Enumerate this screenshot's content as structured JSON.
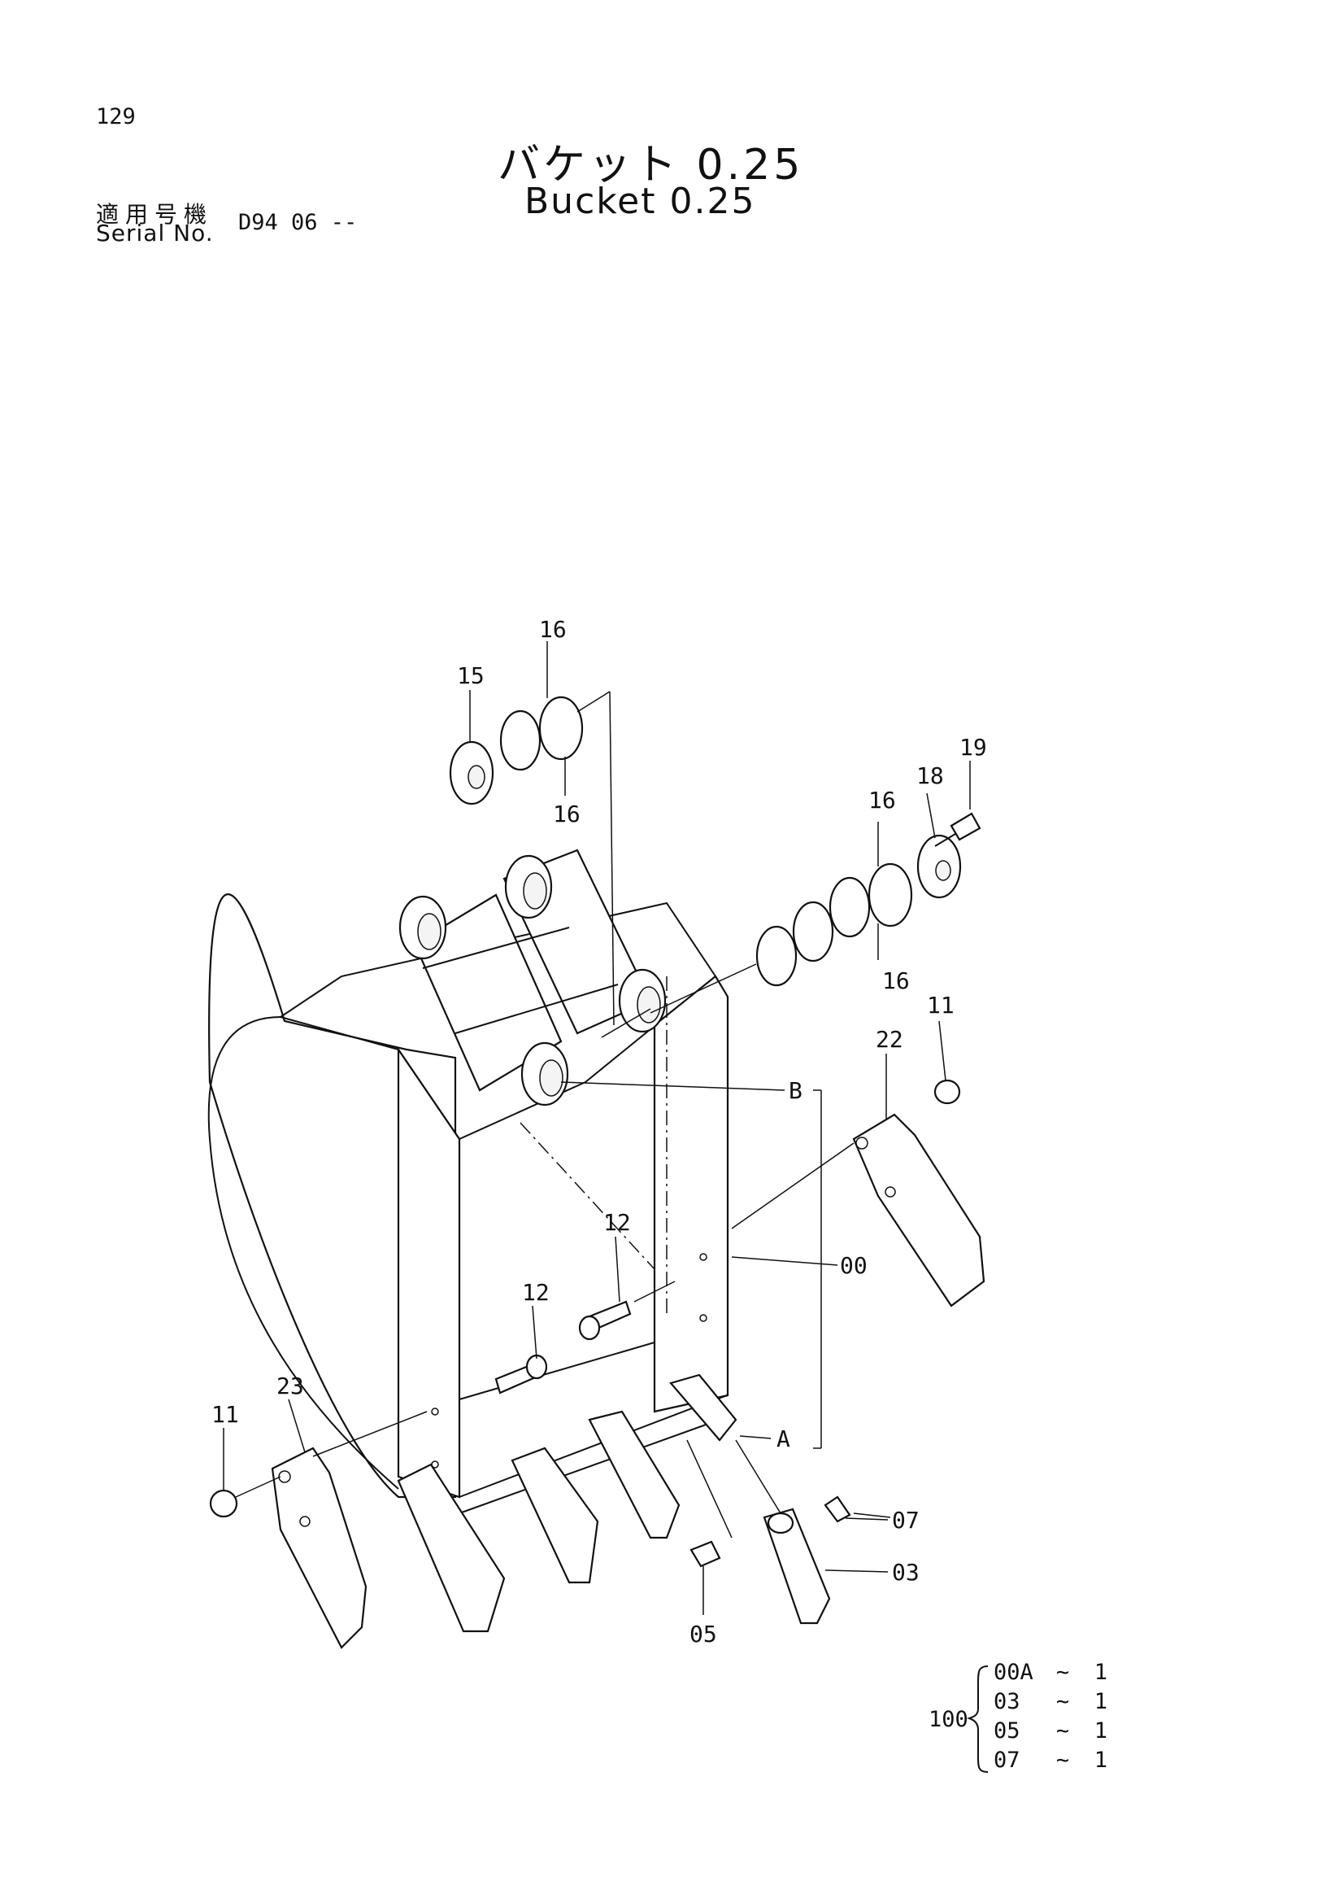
{
  "page_number": "129",
  "title_ja": "バケット 0.25",
  "title_en": "Bucket 0.25",
  "serial_label_ja": "適用号機",
  "serial_label_en": "Serial No.",
  "serial_value": "D94 06 --",
  "callouts": {
    "c15": "15",
    "c16a": "16",
    "c16b": "16",
    "c16c": "16",
    "c16d": "16",
    "c18": "18",
    "c19": "19",
    "c11a": "11",
    "c11b": "11",
    "c22": "22",
    "c23": "23",
    "c12a": "12",
    "c12b": "12",
    "cB": "B",
    "cA": "A",
    "c00": "00",
    "c07": "07",
    "c03": "03",
    "c05": "05"
  },
  "kit": {
    "number": "100",
    "rows": [
      {
        "code": "00A",
        "tilde": "~",
        "qty": "1"
      },
      {
        "code": "03",
        "tilde": "~",
        "qty": "1"
      },
      {
        "code": "05",
        "tilde": "~",
        "qty": "1"
      },
      {
        "code": "07",
        "tilde": "~",
        "qty": "1"
      }
    ]
  }
}
